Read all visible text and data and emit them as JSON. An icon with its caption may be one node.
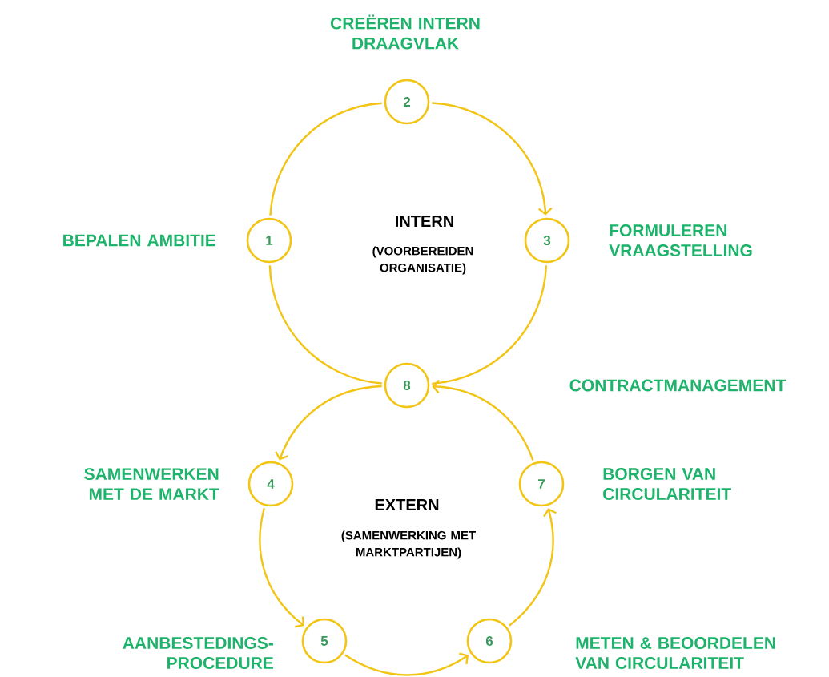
{
  "diagram": {
    "nodes": [
      {
        "text": [
          "1"
        ],
        "beside": [
          "BEPALEN AMBITIE"
        ]
      },
      {
        "text": [
          "2"
        ],
        "beside": [
          "CREËREN INTERN DRAAGVLAK"
        ]
      },
      {
        "text": [
          "3"
        ],
        "beside": [
          "FORMULEREN VRAAGSTELLING"
        ]
      },
      {
        "text": [
          "8"
        ]
      },
      {
        "text": [
          "4"
        ],
        "beside": [
          "SAMENWERKEN MET DE MARKT"
        ]
      },
      {
        "text": [
          "7"
        ],
        "beside": [
          "BORGEN VAN CIRCULARITEIT"
        ]
      },
      {
        "text": [
          "5"
        ],
        "beside": [
          "AANBESTEDINGS- PROCEDURE"
        ]
      },
      {
        "text": [
          "6"
        ],
        "beside": [
          "METEN & BEOORDELEN VAN CIRCULARITEIT"
        ]
      }
    ],
    "edges": [
      {
        "from": 0,
        "to": 1,
        "arrow": "none"
      },
      {
        "from": 1,
        "to": 2,
        "arrow": "to"
      },
      {
        "from": 2,
        "to": 3,
        "arrow": "none"
      },
      {
        "from": 0,
        "to": 3,
        "arrow": "none"
      },
      {
        "from": 3,
        "to": 4,
        "arrow": "to"
      },
      {
        "from": 4,
        "to": 6,
        "arrow": "to"
      },
      {
        "from": 6,
        "to": 7,
        "arrow": "to"
      },
      {
        "from": 7,
        "to": 5,
        "arrow": "to"
      },
      {
        "from": 5,
        "to": 3,
        "arrow": "to"
      }
    ],
    "labels": [
      "CONTRACTMANAGEMENT",
      "INTERN",
      "(VOORBEREIDEN ORGANISATIE)",
      "EXTERN",
      "(SAMENWERKING MET MARKTPARTIJEN)"
    ]
  }
}
